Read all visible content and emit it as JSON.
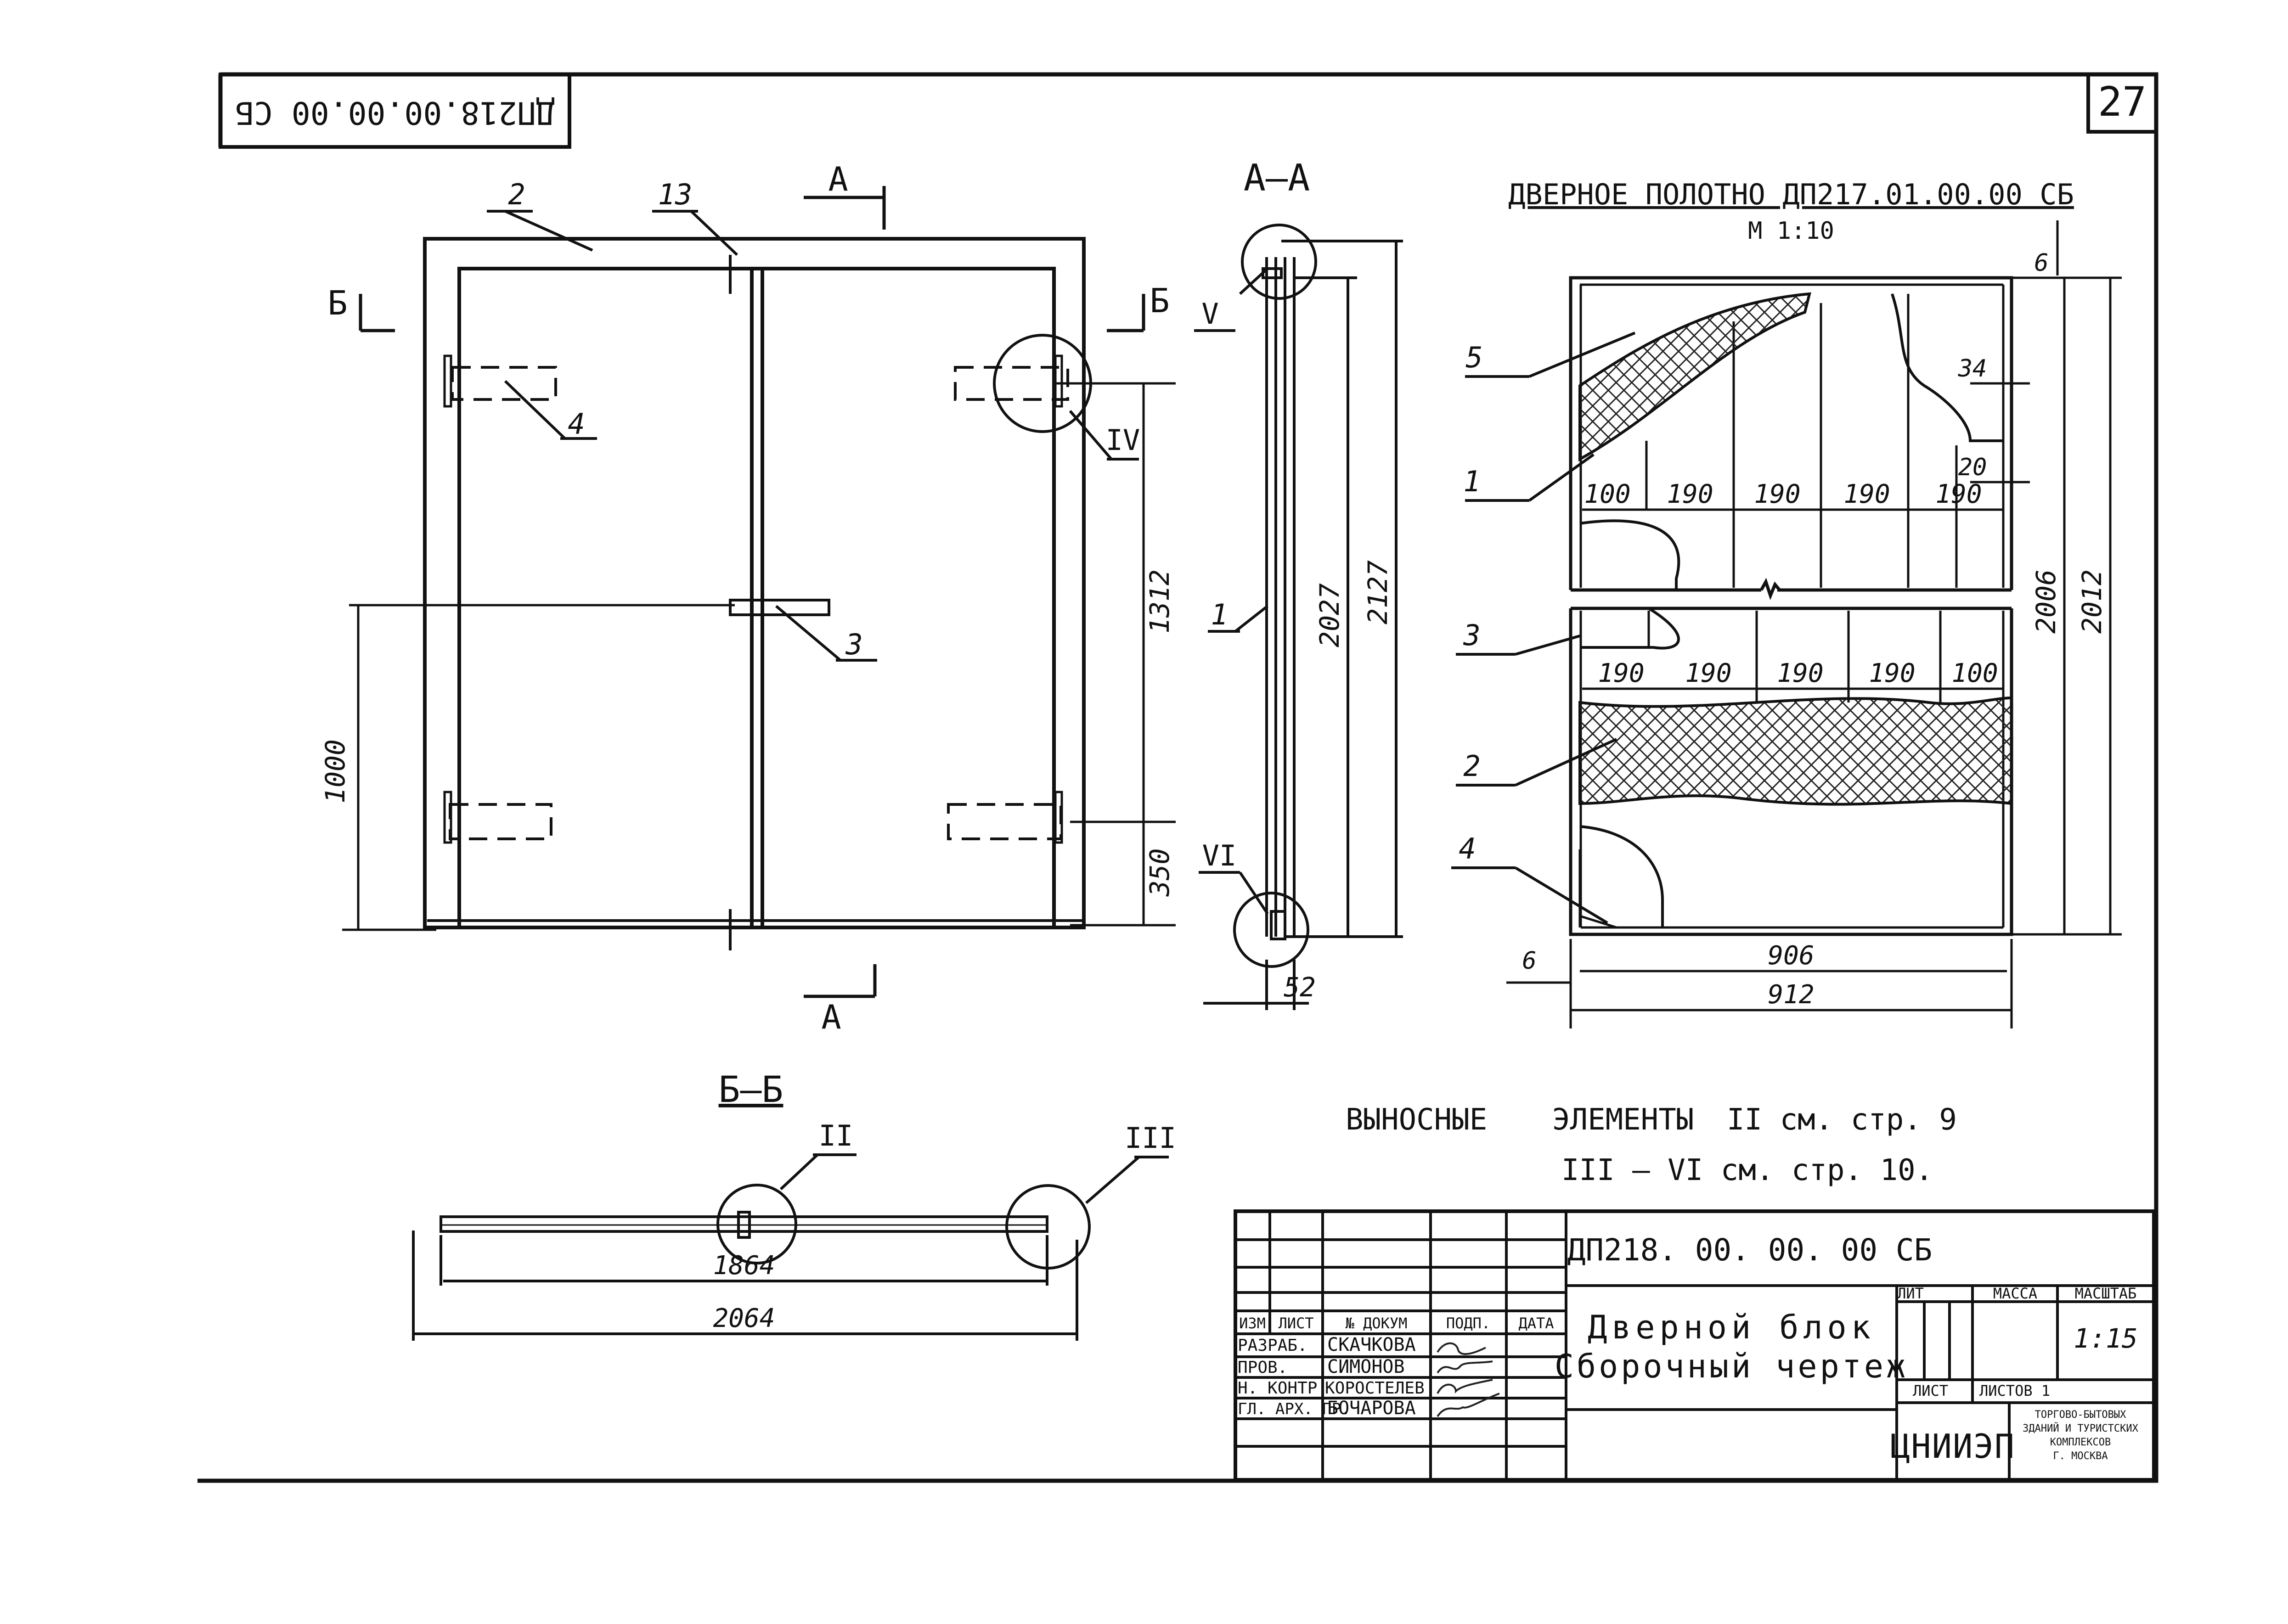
{
  "sheet": {
    "page_number": "27",
    "code_rotated": "ДП218.00.00.00 СБ",
    "code": "ДП218. 00. 00. 00 СБ"
  },
  "front_view": {
    "section_mark_a": "А",
    "section_mark_b": "Б",
    "callouts": [
      "2",
      "13",
      "4",
      "3",
      "IV"
    ],
    "dims": [
      "1312",
      "350",
      "1000"
    ]
  },
  "section_aa": {
    "title": "А—А",
    "callouts": [
      "V",
      "1",
      "VI"
    ],
    "dims": [
      "2027",
      "2127",
      "52"
    ]
  },
  "door_leaf": {
    "title": "ДВЕРНОЕ ПОЛОТНО ДП217.01.00.00 СБ",
    "scale": "М 1:10",
    "callouts": [
      "5",
      "1",
      "3",
      "2",
      "4"
    ],
    "dims_top_row": [
      "100",
      "190",
      "190",
      "190",
      "190"
    ],
    "dims_bottom_row": [
      "190",
      "190",
      "190",
      "190",
      "100"
    ],
    "dims_right": [
      "6",
      "34",
      "20",
      "2006",
      "2012"
    ],
    "dims_bottom": [
      "6",
      "906",
      "912"
    ]
  },
  "section_bb": {
    "title": "Б—Б",
    "callouts": [
      "II",
      "III"
    ],
    "dims": [
      "1864",
      "2064"
    ]
  },
  "notes": {
    "line1_a": "ВЫНОСНЫЕ",
    "line1_b": "ЭЛЕМЕНТЫ",
    "line1_c": "II см. стр. 9",
    "line2": "III – VI см. стр. 10."
  },
  "title_block": {
    "designation": "ДП218. 00. 00. 00 СБ",
    "name_line1": "Дверной блок",
    "name_line2": "Сборочный чертеж",
    "headers": [
      "ИЗМ",
      "ЛИСТ",
      "№ ДОКУМ",
      "ПОДП.",
      "ДАТА"
    ],
    "roles": [
      "РАЗРАБ.",
      "ПРОВ.",
      "Н. КОНТР.",
      "ГЛ. АРХ. ПР."
    ],
    "names": [
      "СКАЧКОВА",
      "СИМОНОВ",
      "КОРОСТЕЛЕВ",
      "БОЧАРОВА"
    ],
    "lit_label": "ЛИТ",
    "mass_label": "МАССА",
    "scale_label": "МАСШТАБ",
    "scale_value": "1:15",
    "sheet_label": "ЛИСТ",
    "sheets_label": "ЛИСТОВ 1",
    "org_logo": "ЦНИИЭП",
    "org_lines": [
      "ТОРГОВО-БЫТОВЫХ",
      "ЗДАНИЙ И ТУРИСТСКИХ",
      "КОМПЛЕКСОВ",
      "Г. МОСКВА"
    ]
  }
}
